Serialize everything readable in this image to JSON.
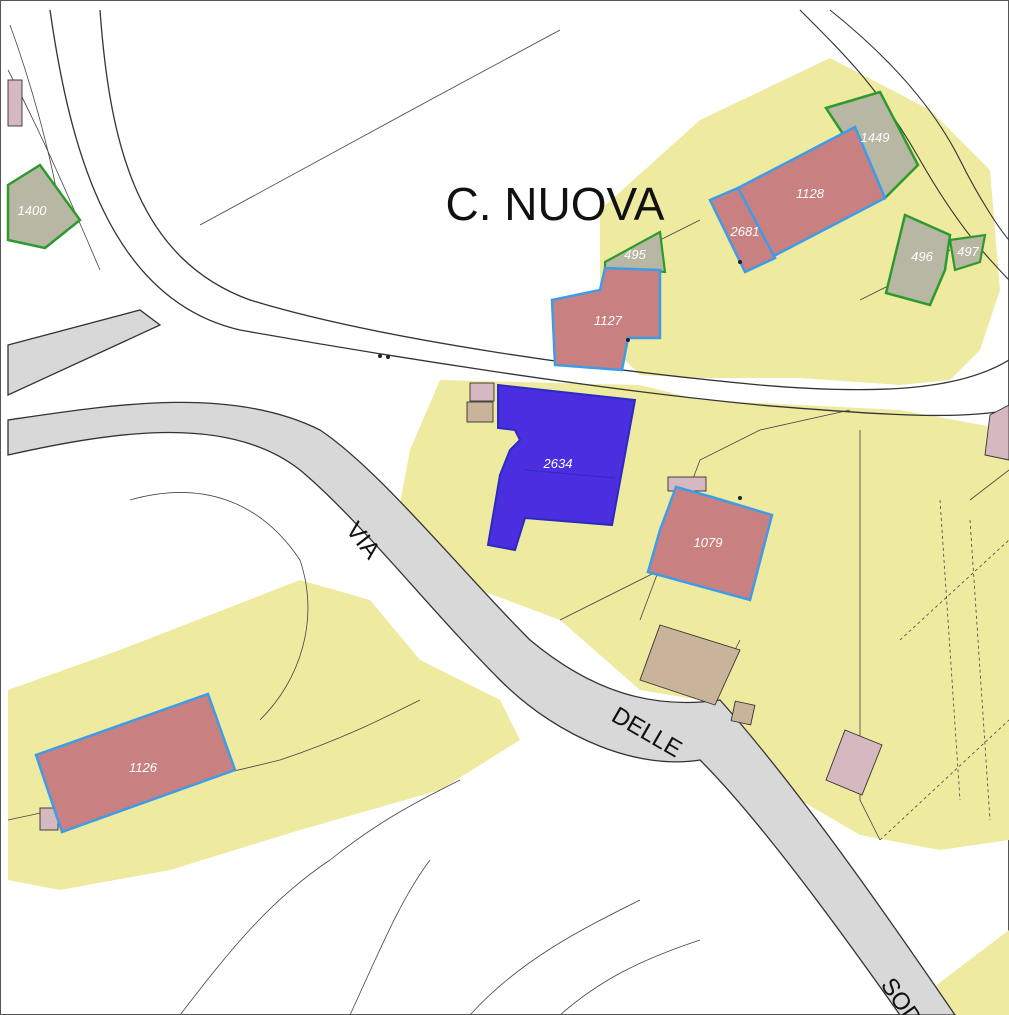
{
  "place_name": "C. NUOVA",
  "street_name": {
    "part1": "VIA",
    "part2": "DELLE",
    "part3": "SOD"
  },
  "parcels": {
    "p1400": "1400",
    "p1449": "1449",
    "p1128": "1128",
    "p2681": "2681",
    "p495": "495",
    "p496": "496",
    "p497": "497",
    "p1127": "1127",
    "p2634": "2634",
    "p1079": "1079",
    "p1126": "1126"
  },
  "colors": {
    "background": "#ffffff",
    "land_yellow": "#eeeaa0",
    "building_pink": "#c98080",
    "building_gray": "#b7b7a3",
    "highlight_blue": "#4a2ee0",
    "outline_blue": "#3d9ce8",
    "outline_green": "#2e9a2e",
    "road_gray": "#d8d8d8",
    "shed_tan": "#c9b39a",
    "shed_mauve": "#d6b8c0"
  }
}
